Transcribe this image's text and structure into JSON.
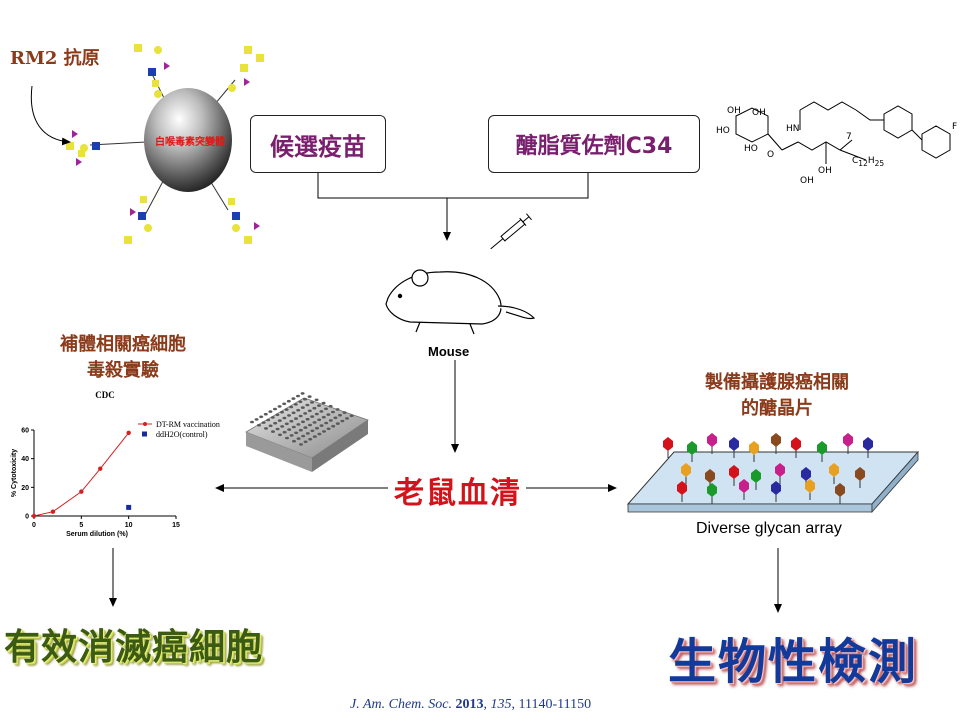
{
  "antigen_label": "RM2 抗原",
  "carrier_label": "白喉毒素突變體",
  "vaccine_box": "候選疫苗",
  "adjuvant_box": "醣脂質佐劑C34",
  "molecule_labels": {
    "oh1": "OH",
    "oh2": "OH",
    "ho1": "HO",
    "ho2": "HO",
    "o": "O",
    "hn": "HN",
    "seven": "7",
    "f": "F",
    "c": "C",
    "h": "H",
    "sub12": "12",
    "sub25": "25"
  },
  "mouse_label": "Mouse",
  "serum_label": "老鼠血清",
  "cdc_heading_line1": "補體相關癌細胞",
  "cdc_heading_line2": "毒殺實驗",
  "glycan_heading_line1": "製備攝護腺癌相關",
  "glycan_heading_line2": "的醣晶片",
  "glycan_array_label": "Diverse glycan array",
  "result_left": "有效消滅癌細胞",
  "result_right": "生物性檢測",
  "citation": {
    "journal": "J. Am. Chem. Soc.",
    "year": "2013",
    "volume": "135",
    "pages": "11140-11150"
  },
  "colors": {
    "box_text": "#7a1f6e",
    "heading_brown": "#8b3a1a",
    "serum_red": "#d4121a",
    "green_text": "#3b5a12",
    "blue_text": "#123a9a",
    "series_dt": "#d42020",
    "series_ctrl": "#1a2a9a"
  },
  "chart_data": {
    "type": "scatter",
    "title": "CDC",
    "xlabel": "Serum dilution (%)",
    "ylabel": "% Cytotoxicity",
    "xlim": [
      0,
      15
    ],
    "ylim": [
      0,
      60
    ],
    "xticks": [
      "0",
      "5",
      "10",
      "15"
    ],
    "yticks": [
      "0",
      "20",
      "40",
      "60"
    ],
    "legend_position": "top-right",
    "series": [
      {
        "name": "DT-RM vaccination",
        "x": [
          0,
          2,
          5,
          7,
          10
        ],
        "y": [
          0,
          3,
          17,
          33,
          58
        ],
        "color": "#d42020",
        "line": true
      },
      {
        "name": "ddH2O(control)",
        "x": [
          10
        ],
        "y": [
          6
        ],
        "color": "#1a2a9a",
        "line": false
      }
    ]
  }
}
